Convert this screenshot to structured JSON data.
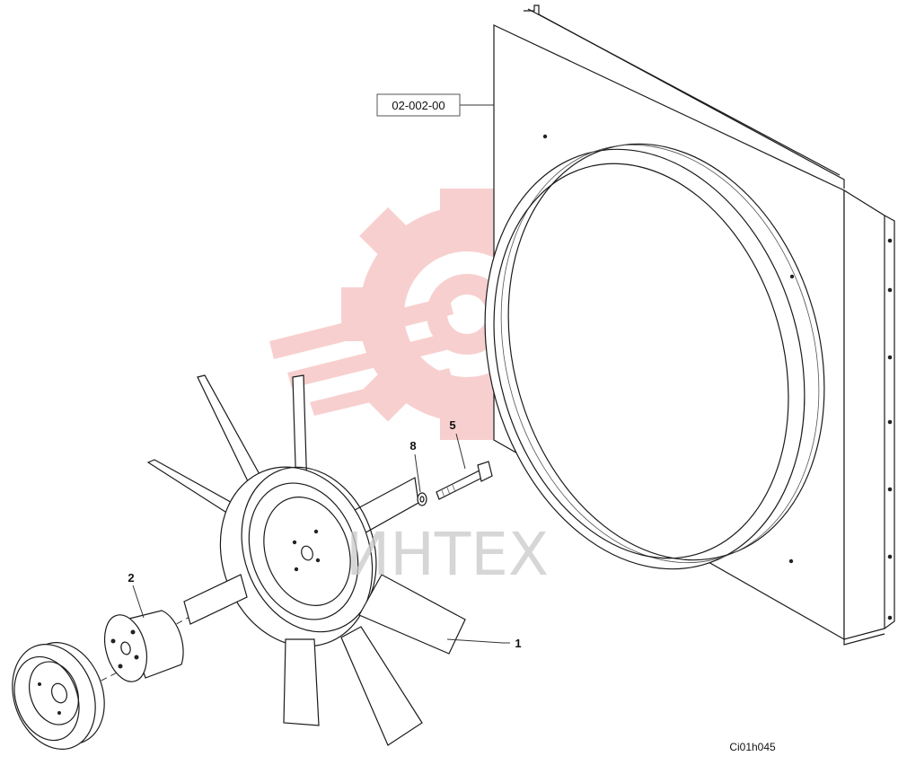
{
  "diagram": {
    "reference_box": "02-002-00",
    "drawing_code": "Ci01h045",
    "watermark_text": "ИНТЕХ",
    "watermark_color": "#f2b5b5"
  },
  "callouts": [
    {
      "id": "callout-1",
      "text": "1",
      "part": "fan"
    },
    {
      "id": "callout-2",
      "text": "2",
      "part": "spacer"
    },
    {
      "id": "callout-5",
      "text": "5",
      "part": "bolt"
    },
    {
      "id": "callout-8",
      "text": "8",
      "part": "washer"
    }
  ]
}
